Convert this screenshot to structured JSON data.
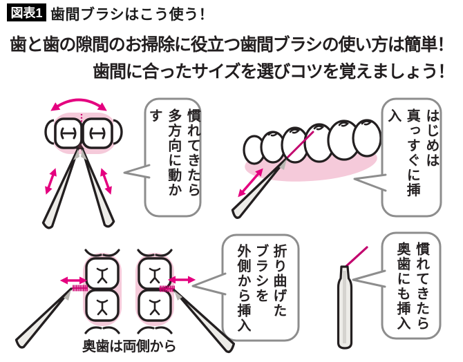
{
  "header": {
    "badge": "図表1",
    "title": "歯間ブラシはこう使う！",
    "headline_line1": "歯と歯の隙間のお掃除に役立つ歯間ブラシの使い方は簡単！",
    "headline_line2": "歯間に合ったサイズを選びコツを覚えましょう！"
  },
  "bubbles": {
    "move_multi_directions": "慣れてきたら\n多方向に動かす",
    "insert_straight": "はじめは\n真っすぐに挿入",
    "bent_brush_outside": "折り曲げた\nブラシを\n外側から挿入",
    "back_teeth_too": "慣れてきたら\n奥歯にも挿入"
  },
  "captions": {
    "back_teeth_both_sides": "奥歯は両側から"
  },
  "colors": {
    "accent_magenta": "#e4007f",
    "wire_magenta": "#c2006d",
    "gum_pink": "#f5cada",
    "outline_black": "#231f20",
    "bubble_border_gray": "#8d8d8d",
    "brush_handle_gray": "#edece8",
    "brush_shade_gray": "#b9b7b2"
  }
}
